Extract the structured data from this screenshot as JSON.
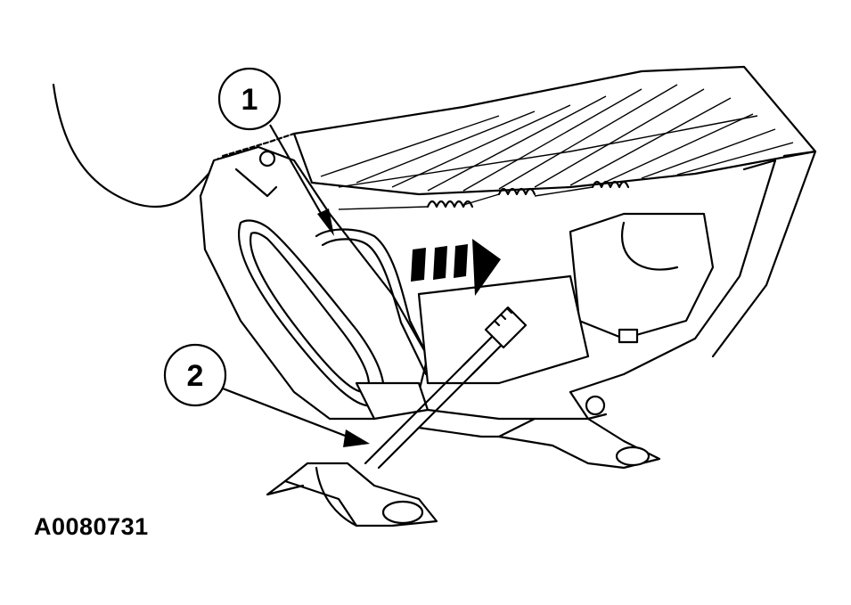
{
  "callouts": [
    {
      "id": "1",
      "label": "1"
    },
    {
      "id": "2",
      "label": "2"
    }
  ],
  "figure_id": "A0080731",
  "colors": {
    "ink": "#000000",
    "paper": "#ffffff"
  }
}
